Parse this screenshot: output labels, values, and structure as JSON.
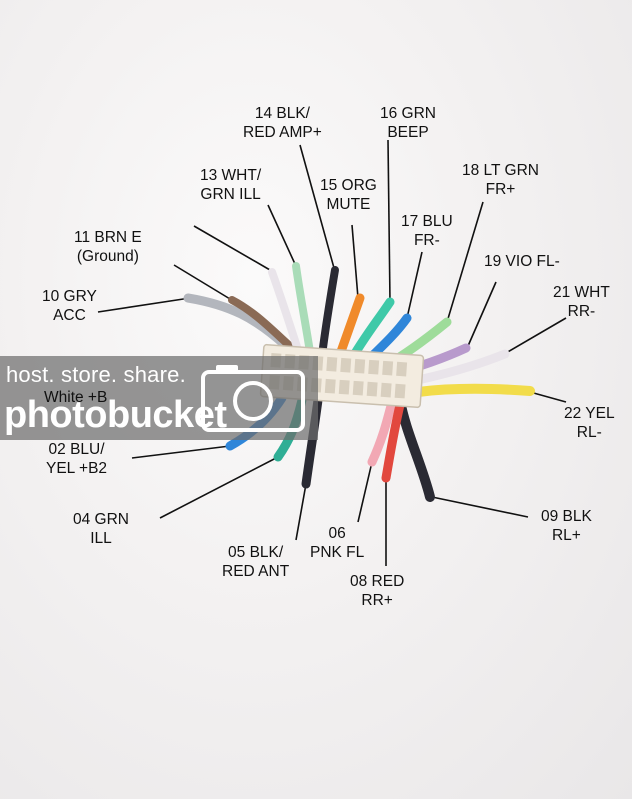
{
  "labels": [
    {
      "id": "pin-14",
      "line1": "14 BLK/",
      "line2": "RED AMP+"
    },
    {
      "id": "pin-16",
      "line1": "16 GRN",
      "line2": "BEEP"
    },
    {
      "id": "pin-13",
      "line1": "13 WHT/",
      "line2": "GRN ILL"
    },
    {
      "id": "pin-15",
      "line1": "15 ORG",
      "line2": "MUTE"
    },
    {
      "id": "pin-18",
      "line1": "18 LT GRN",
      "line2": "FR+"
    },
    {
      "id": "pin-17",
      "line1": "17 BLU",
      "line2": "FR-"
    },
    {
      "id": "pin-11",
      "line1": "11 BRN E",
      "line2": "(Ground)"
    },
    {
      "id": "pin-19",
      "line1": "19 VIO FL-",
      "line2": ""
    },
    {
      "id": "pin-10",
      "line1": "10 GRY",
      "line2": "ACC"
    },
    {
      "id": "pin-21",
      "line1": "21 WHT",
      "line2": "RR-"
    },
    {
      "id": "pin-white",
      "line1": "White +B",
      "line2": ""
    },
    {
      "id": "pin-22",
      "line1": "22 YEL",
      "line2": "RL-"
    },
    {
      "id": "pin-02",
      "line1": "02 BLU/",
      "line2": "YEL +B2"
    },
    {
      "id": "pin-04",
      "line1": "04 GRN",
      "line2": "ILL"
    },
    {
      "id": "pin-09",
      "line1": "09 BLK",
      "line2": "RL+"
    },
    {
      "id": "pin-06",
      "line1": "06",
      "line2": "PNK FL"
    },
    {
      "id": "pin-05",
      "line1": "05 BLK/",
      "line2": "RED ANT"
    },
    {
      "id": "pin-08",
      "line1": "08 RED",
      "line2": "RR+"
    }
  ],
  "watermark": {
    "line1": "host. store. share.",
    "line2": "photobucket"
  },
  "wire_colors": {
    "gray": "#b3b6bd",
    "brown": "#8a6a55",
    "white": "#e9e4ea",
    "lightgreen": "#a9dcb8",
    "black": "#2a2a33",
    "orange": "#f08a2a",
    "green": "#3fc9a8",
    "blue": "#2f86d9",
    "ltgreen": "#9edc9a",
    "violet": "#b89acc",
    "yellow": "#f2dc4a",
    "pink": "#f2a8b4",
    "red": "#e2483e",
    "teal": "#2fae95"
  }
}
